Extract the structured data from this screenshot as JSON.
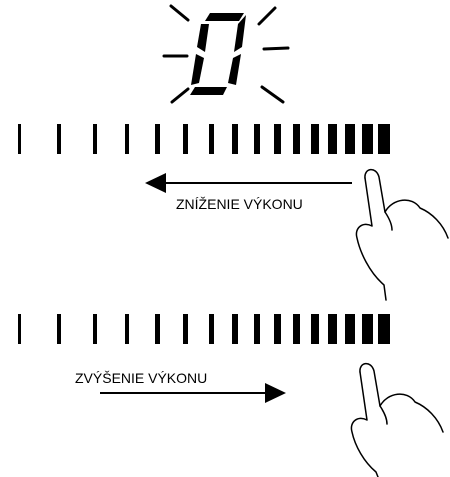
{
  "display": {
    "digit": "0",
    "state": "blinking",
    "icon": "seven-segment-digit-icon"
  },
  "slider_decrease": {
    "label": "ZNÍŽENIE VÝKONU",
    "direction": "left",
    "icon": "arrow-left-icon",
    "hand_icon": "pointing-hand-icon"
  },
  "slider_increase": {
    "label": "ZVÝŠENIE VÝKONU",
    "direction": "right",
    "icon": "arrow-right-icon",
    "hand_icon": "pointing-hand-icon"
  },
  "colors": {
    "ink": "#000000",
    "background": "#ffffff"
  }
}
